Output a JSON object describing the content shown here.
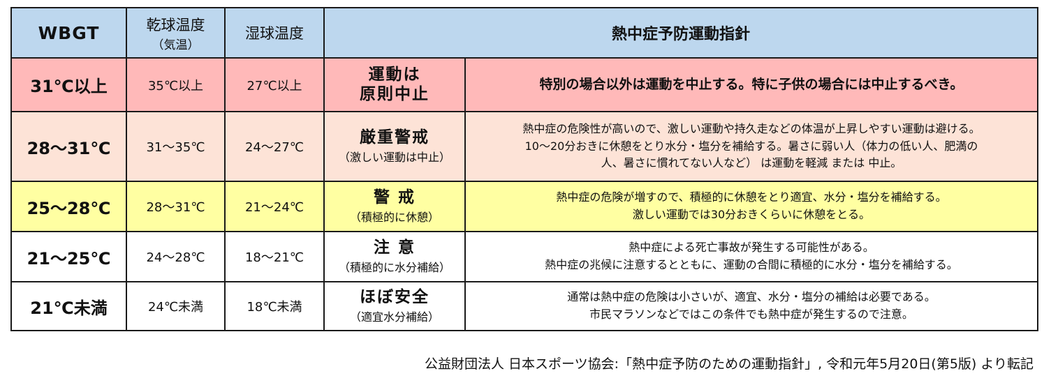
{
  "table": {
    "headers": {
      "wbgt": "WBGT",
      "dry_bulb": "乾球温度",
      "dry_bulb_sub": "（気温）",
      "wet_bulb": "湿球温度",
      "guideline": "熱中症予防運動指針"
    },
    "rows": [
      {
        "wbgt": "31℃以上",
        "dry_bulb": "35℃以上",
        "wet_bulb": "27℃以上",
        "level": "運動は\n原則中止",
        "level_line1": "運動は",
        "level_line2": "原則中止",
        "level_sub": "",
        "description_lines": [
          "特別の場合以外は運動を中止する。特に子供の場合には中止するべき。"
        ],
        "color": "#ffb9b9"
      },
      {
        "wbgt": "28～31℃",
        "dry_bulb": "31～35℃",
        "wet_bulb": "24～27℃",
        "level_line1": "厳重警戒",
        "level_line2": "",
        "level_sub": "（激しい運動は中止）",
        "description_lines": [
          "熱中症の危険性が高いので、激しい運動や持久走などの体温が上昇しやすい運動は避ける。",
          "10～20分おきに休憩をとり水分・塩分を補給する。暑さに弱い人（体力の低い人、肥満の",
          "人、暑さに慣れてない人など） は運動を軽減 または 中止。"
        ],
        "color": "#fde3d7"
      },
      {
        "wbgt": "25～28℃",
        "dry_bulb": "28～31℃",
        "wet_bulb": "21～24℃",
        "level_line1": "警 戒",
        "level_line2": "",
        "level_sub": "（積極的に休憩）",
        "description_lines": [
          "熱中症の危険が増すので、積極的に休憩をとり適宜、水分・塩分を補給する。",
          "激しい運動では30分おきくらいに休憩をとる。"
        ],
        "color": "#ffffa2"
      },
      {
        "wbgt": "21～25℃",
        "dry_bulb": "24～28℃",
        "wet_bulb": "18～21℃",
        "level_line1": "注 意",
        "level_line2": "",
        "level_sub": "（積極的に水分補給）",
        "description_lines": [
          "熱中症による死亡事故が発生する可能性がある。",
          "熱中症の兆候に注意するとともに、運動の合間に積極的に水分・塩分を補給する。"
        ],
        "color": "#ffffff"
      },
      {
        "wbgt": "21℃未満",
        "dry_bulb": "24℃未満",
        "wet_bulb": "18℃未満",
        "level_line1": "ほぼ安全",
        "level_line2": "",
        "level_sub": "（適宜水分補給）",
        "description_lines": [
          "通常は熱中症の危険は小さいが、適宜、水分・塩分の補給は必要である。",
          "市民マラソンなどではこの条件でも熱中症が発生するので注意。"
        ],
        "color": "#ffffff"
      }
    ],
    "header_color": "#bdd7ee"
  },
  "source": "公益財団法人 日本スポーツ協会:「熱中症予防のための運動指針」, 令和元年5月20日(第5版) より転記"
}
